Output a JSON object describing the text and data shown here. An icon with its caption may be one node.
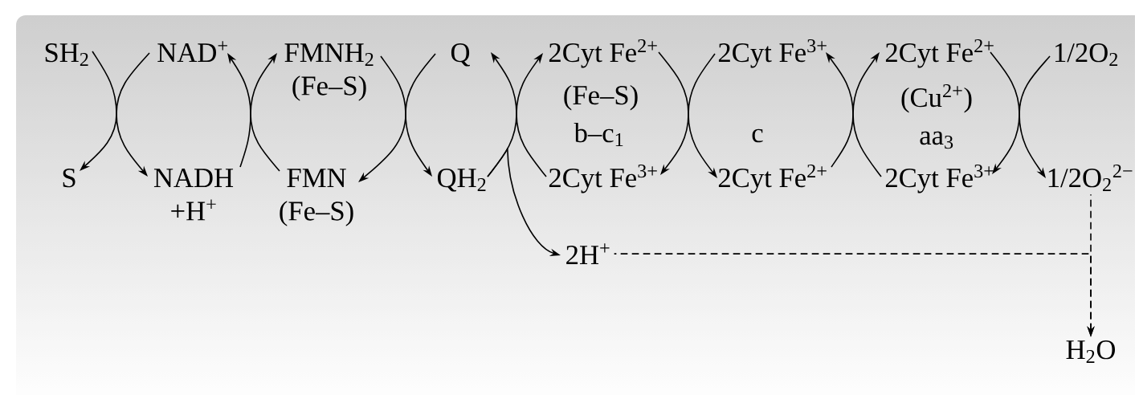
{
  "diagram": {
    "nodes": [
      {
        "text": [
          "SH$_{2}$"
        ]
      },
      {
        "text": [
          "S"
        ]
      },
      {
        "text": [
          "NAD$^{+}$"
        ]
      },
      {
        "text": [
          "NADH +H$^{+}$"
        ]
      },
      {
        "text": [
          "FMNH$_{2}$",
          "(Fe–S)"
        ]
      },
      {
        "text": [
          "FMN",
          "(Fe–S)"
        ]
      },
      {
        "text": [
          "Q"
        ]
      },
      {
        "text": [
          "QH$_{2}$"
        ]
      },
      {
        "text": [
          "2Cyt Fe$^{2+}$"
        ]
      },
      {
        "text": [
          "2Cyt Fe$^{3+}$"
        ]
      },
      {
        "text": [
          "2Cyt Fe$^{3+}$"
        ]
      },
      {
        "text": [
          "2Cyt Fe$^{2+}$"
        ]
      },
      {
        "text": [
          "2Cyt Fe$^{2+}$"
        ]
      },
      {
        "text": [
          "2Cyt Fe$^{3+}$"
        ]
      },
      {
        "text": [
          "1/2O$_{2}$"
        ]
      },
      {
        "text": [
          "1/2O$_{2}$$^{2−}$"
        ]
      },
      {
        "text": [
          "2H$^{+}$"
        ]
      },
      {
        "text": [
          "H$_{2}$O"
        ]
      }
    ],
    "edges": [
      {
        "from": 0,
        "to": 1,
        "arrow": "to"
      },
      {
        "from": 2,
        "to": 3,
        "arrow": "to"
      },
      {
        "from": 3,
        "to": 2,
        "arrow": "to"
      },
      {
        "from": 5,
        "to": 4,
        "arrow": "to"
      },
      {
        "from": 4,
        "to": 5,
        "arrow": "to"
      },
      {
        "from": 6,
        "to": 7,
        "arrow": "to"
      },
      {
        "from": 7,
        "to": 6,
        "arrow": "to"
      },
      {
        "from": 9,
        "to": 8,
        "arrow": "to"
      },
      {
        "from": 8,
        "to": 9,
        "arrow": "to"
      },
      {
        "from": 10,
        "to": 11,
        "arrow": "to"
      },
      {
        "from": 11,
        "to": 10,
        "arrow": "to"
      },
      {
        "from": 13,
        "to": 12,
        "arrow": "to"
      },
      {
        "from": 12,
        "to": 13,
        "arrow": "to"
      },
      {
        "from": 14,
        "to": 15,
        "arrow": "to"
      },
      {
        "from": 7,
        "to": 16,
        "arrow": "to"
      },
      {
        "from": 16,
        "to": 17,
        "arrow": "to",
        "style": "dashed"
      },
      {
        "from": 15,
        "to": 17,
        "arrow": "to",
        "style": "dashed"
      }
    ],
    "labels": [
      "(Fe–S)",
      "b–c$_{1}$",
      "c",
      "(Cu$^{2+}$)",
      "aa$_{3}$"
    ]
  }
}
